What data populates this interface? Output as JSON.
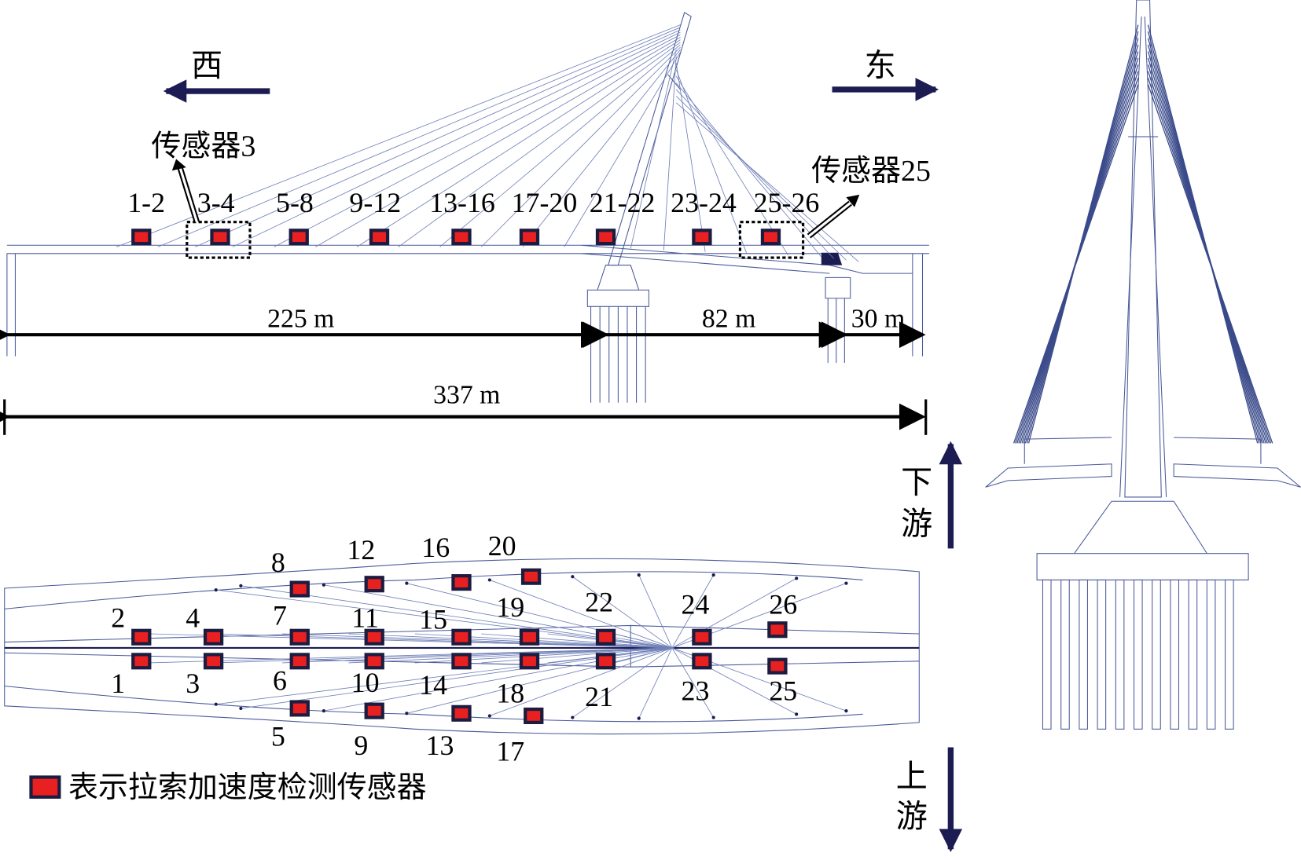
{
  "directions": {
    "west": "西",
    "east": "东",
    "downstream": "下游",
    "upstream": "上游"
  },
  "callouts": {
    "sensor3": "传感器3",
    "sensor25": "传感器25"
  },
  "elevation_groups": [
    "1-2",
    "3-4",
    "5-8",
    "9-12",
    "13-16",
    "17-20",
    "21-22",
    "23-24",
    "25-26"
  ],
  "dimensions": {
    "span1": "225 m",
    "span2": "82 m",
    "span3": "30 m",
    "total": "337 m"
  },
  "plan_sensors": [
    "1",
    "2",
    "3",
    "4",
    "5",
    "6",
    "7",
    "8",
    "9",
    "10",
    "11",
    "12",
    "13",
    "14",
    "15",
    "16",
    "17",
    "18",
    "19",
    "20",
    "21",
    "22",
    "23",
    "24",
    "25",
    "26"
  ],
  "legend": {
    "label": "表示拉索加速度检测传感器"
  },
  "colors": {
    "sensor_fill": "#e82020",
    "sensor_border": "#1c1c40",
    "structure": "#4a5a9a",
    "arrow": "#1c1c52"
  }
}
